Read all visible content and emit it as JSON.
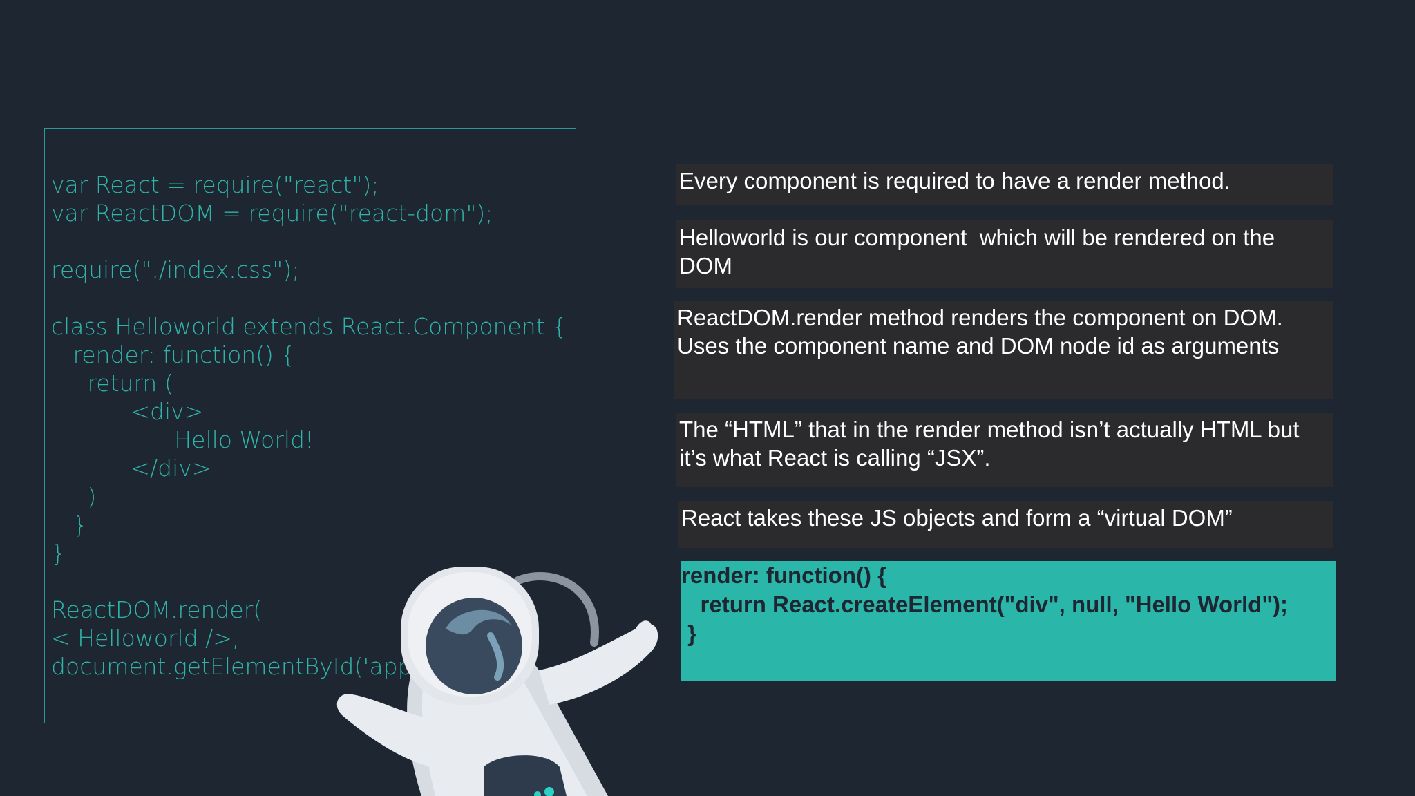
{
  "code": {
    "lines": [
      "var React = require(\"react\");",
      "var ReactDOM = require(\"react-dom\");",
      "require(\"./index.css\");",
      "class Helloworld extends React.Component {",
      "   render: function() {",
      "     return (",
      "           <div>",
      "                 Hello World!",
      "           </div>",
      "     )",
      "   }",
      "}",
      "ReactDOM.render(",
      "< Helloworld />,",
      "document.getElementById('app'));"
    ]
  },
  "notes": [
    {
      "lines": [
        "Every component is required to have a render method."
      ]
    },
    {
      "lines": [
        "Helloworld is our component  which will be rendered on the",
        "DOM"
      ]
    },
    {
      "lines": [
        "ReactDOM.render method renders the component on DOM.",
        "Uses the component name and DOM node id as arguments"
      ]
    },
    {
      "lines": [
        "The “HTML” that in the render method isn’t actually HTML but",
        "it’s what React is calling “JSX”."
      ]
    },
    {
      "lines": [
        "React takes these JS objects and form a “virtual DOM”"
      ]
    }
  ],
  "highlight": {
    "lines": [
      "render: function() {",
      "   return React.createElement(\"div\", null, \"Hello World\");",
      " }"
    ]
  },
  "colors": {
    "background": "#1e2631",
    "code_text": "#2fb3a8",
    "note_bg": "#2b2b2d",
    "highlight_bg": "#2bb6aa"
  },
  "illustration": "astronaut-illustration"
}
